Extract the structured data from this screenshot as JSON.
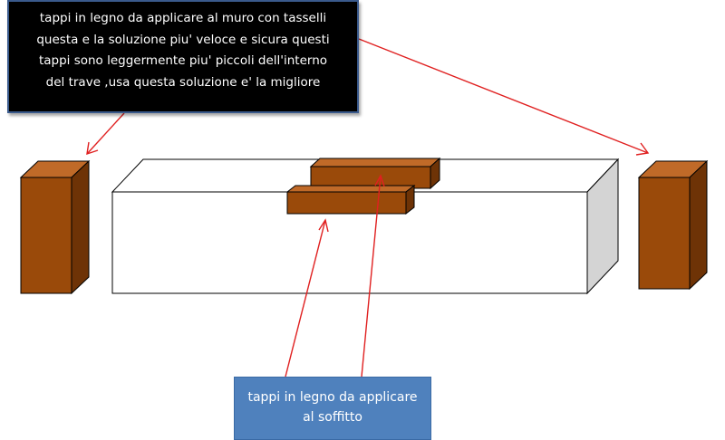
{
  "colors": {
    "wood_front": "#9a4a0a",
    "wood_top": "#c06a28",
    "wood_side": "#6e3306",
    "beam_side": "#d4d4d4",
    "arrow": "#e02020",
    "callout_dark_bg": "#000000",
    "callout_blue_bg": "#4f81bd"
  },
  "callouts": {
    "top": {
      "lines": [
        "tappi in legno da applicare al muro con tasselli",
        "questa e la soluzione piu' veloce e sicura  questi",
        "tappi sono leggermente piu' piccoli dell'interno",
        "del trave ,usa questa soluzione e' la migliore"
      ]
    },
    "bottom": {
      "lines": [
        "tappi in legno da applicare",
        "al soffitto"
      ]
    }
  }
}
